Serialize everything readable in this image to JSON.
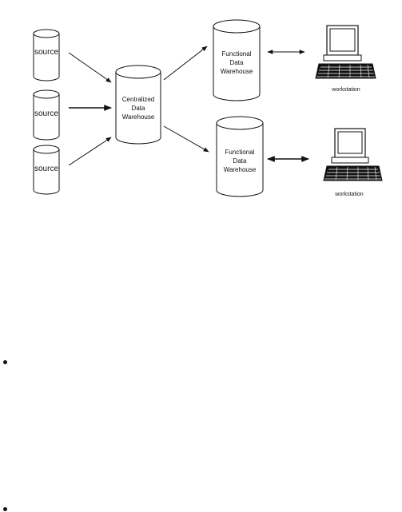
{
  "diagram": {
    "sources": [
      {
        "label": "source"
      },
      {
        "label": "source"
      },
      {
        "label": "source"
      }
    ],
    "central_warehouse": {
      "lines": [
        "Centralized",
        "Data",
        "Warehouse"
      ]
    },
    "functional_warehouses": [
      {
        "lines": [
          "Functional",
          "Data",
          "Warehouse"
        ]
      },
      {
        "lines": [
          "Functional",
          "Data",
          "Warehouse"
        ]
      }
    ],
    "workstations": [
      {
        "label": "workstation"
      },
      {
        "label": "workstation"
      }
    ]
  },
  "bullets": [
    {
      "text": ""
    },
    {
      "text": ""
    }
  ],
  "colors": {
    "stroke": "#111111",
    "background": "#ffffff",
    "screen": "#ffffff"
  }
}
